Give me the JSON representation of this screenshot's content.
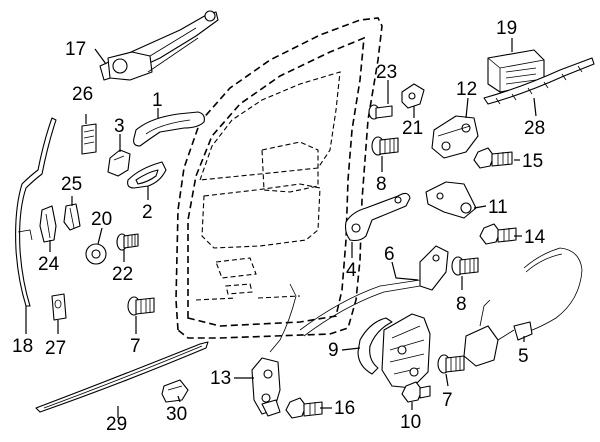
{
  "callouts": [
    {
      "id": "1",
      "text": "1"
    },
    {
      "id": "2",
      "text": "2"
    },
    {
      "id": "3",
      "text": "3"
    },
    {
      "id": "4",
      "text": "4"
    },
    {
      "id": "5",
      "text": "5"
    },
    {
      "id": "6",
      "text": "6"
    },
    {
      "id": "7a",
      "text": "7"
    },
    {
      "id": "7b",
      "text": "7"
    },
    {
      "id": "8a",
      "text": "8"
    },
    {
      "id": "8b",
      "text": "8"
    },
    {
      "id": "9",
      "text": "9"
    },
    {
      "id": "10",
      "text": "10"
    },
    {
      "id": "11",
      "text": "11"
    },
    {
      "id": "12",
      "text": "12"
    },
    {
      "id": "13",
      "text": "13"
    },
    {
      "id": "14",
      "text": "14"
    },
    {
      "id": "15",
      "text": "15"
    },
    {
      "id": "16",
      "text": "16"
    },
    {
      "id": "17",
      "text": "17"
    },
    {
      "id": "18",
      "text": "18"
    },
    {
      "id": "19",
      "text": "19"
    },
    {
      "id": "20",
      "text": "20"
    },
    {
      "id": "21",
      "text": "21"
    },
    {
      "id": "22",
      "text": "22"
    },
    {
      "id": "23",
      "text": "23"
    },
    {
      "id": "24",
      "text": "24"
    },
    {
      "id": "25",
      "text": "25"
    },
    {
      "id": "26",
      "text": "26"
    },
    {
      "id": "27",
      "text": "27"
    },
    {
      "id": "28",
      "text": "28"
    },
    {
      "id": "29",
      "text": "29"
    },
    {
      "id": "30",
      "text": "30"
    }
  ]
}
